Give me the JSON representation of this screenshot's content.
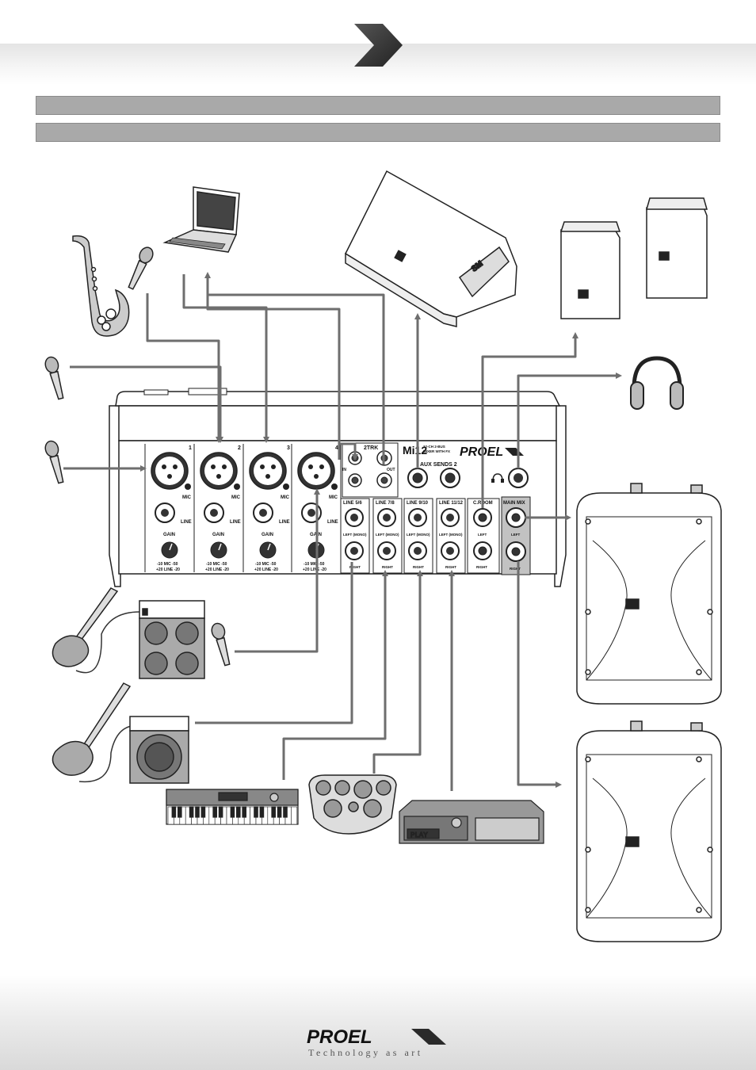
{
  "mixer": {
    "model": "Mi12",
    "subtitle_line1": "12-CH 2-BUS",
    "subtitle_line2": "MIXER WITH FX",
    "brand": "PROEL",
    "channels": [
      {
        "number": "1",
        "mic": "MIC",
        "line": "LINE",
        "gain": "GAIN",
        "range1": "-10 MIC -50",
        "range2": "+20 LINE -20"
      },
      {
        "number": "2",
        "mic": "MIC",
        "line": "LINE",
        "gain": "GAIN",
        "range1": "-10 MIC -50",
        "range2": "+20 LINE -20"
      },
      {
        "number": "3",
        "mic": "MIC",
        "line": "LINE",
        "gain": "GAIN",
        "range1": "-10 MIC -50",
        "range2": "+20 LINE -20"
      },
      {
        "number": "4",
        "mic": "MIC",
        "line": "LINE",
        "gain": "GAIN",
        "range1": "-10 MIC -50",
        "range2": "+20 LINE -20"
      }
    ],
    "twotrk": "2TRK",
    "twotrk_in": "IN",
    "twotrk_out": "OUT",
    "aux_sends": "AUX SENDS 2",
    "stereo_lines": [
      {
        "label": "LINE 5/6",
        "left": "LEFT (MONO)",
        "right": "RIGHT"
      },
      {
        "label": "LINE 7/8",
        "left": "LEFT (MONO)",
        "right": "RIGHT"
      },
      {
        "label": "LINE 9/10",
        "left": "LEFT (MONO)",
        "right": "RIGHT"
      },
      {
        "label": "LINE 11/12",
        "left": "LEFT (MONO)",
        "right": "RIGHT"
      }
    ],
    "croom": "C.ROOM",
    "croom_left": "LEFT",
    "croom_right": "RIGHT",
    "main_mix": "MAIN MIX",
    "main_left": "LEFT",
    "main_right": "RIGHT"
  },
  "devices": {
    "drum_display": "PLAY"
  },
  "footer": {
    "brand": "PROEL",
    "tagline": "Technology as art"
  },
  "colors": {
    "cable": "#6e6e6e",
    "header_bar": "#a9a9a9",
    "chevron": "#3a3a3a"
  }
}
